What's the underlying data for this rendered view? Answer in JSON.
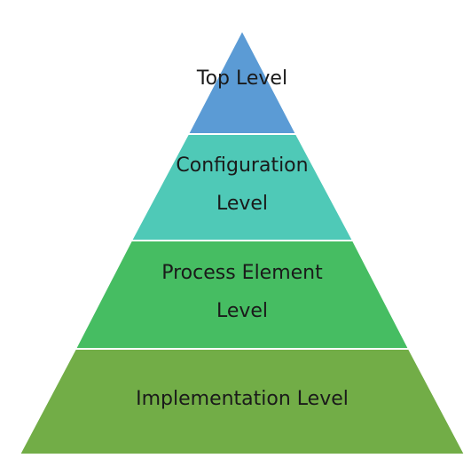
{
  "tiers": [
    {
      "lines": [
        "Top Level"
      ],
      "color": "#5b9bd5"
    },
    {
      "lines": [
        "Configuration",
        "Level"
      ],
      "color": "#4fc9b7"
    },
    {
      "lines": [
        "Process Element",
        "Level"
      ],
      "color": "#46bd62"
    },
    {
      "lines": [
        "Implementation Level"
      ],
      "color": "#72ad47"
    }
  ]
}
